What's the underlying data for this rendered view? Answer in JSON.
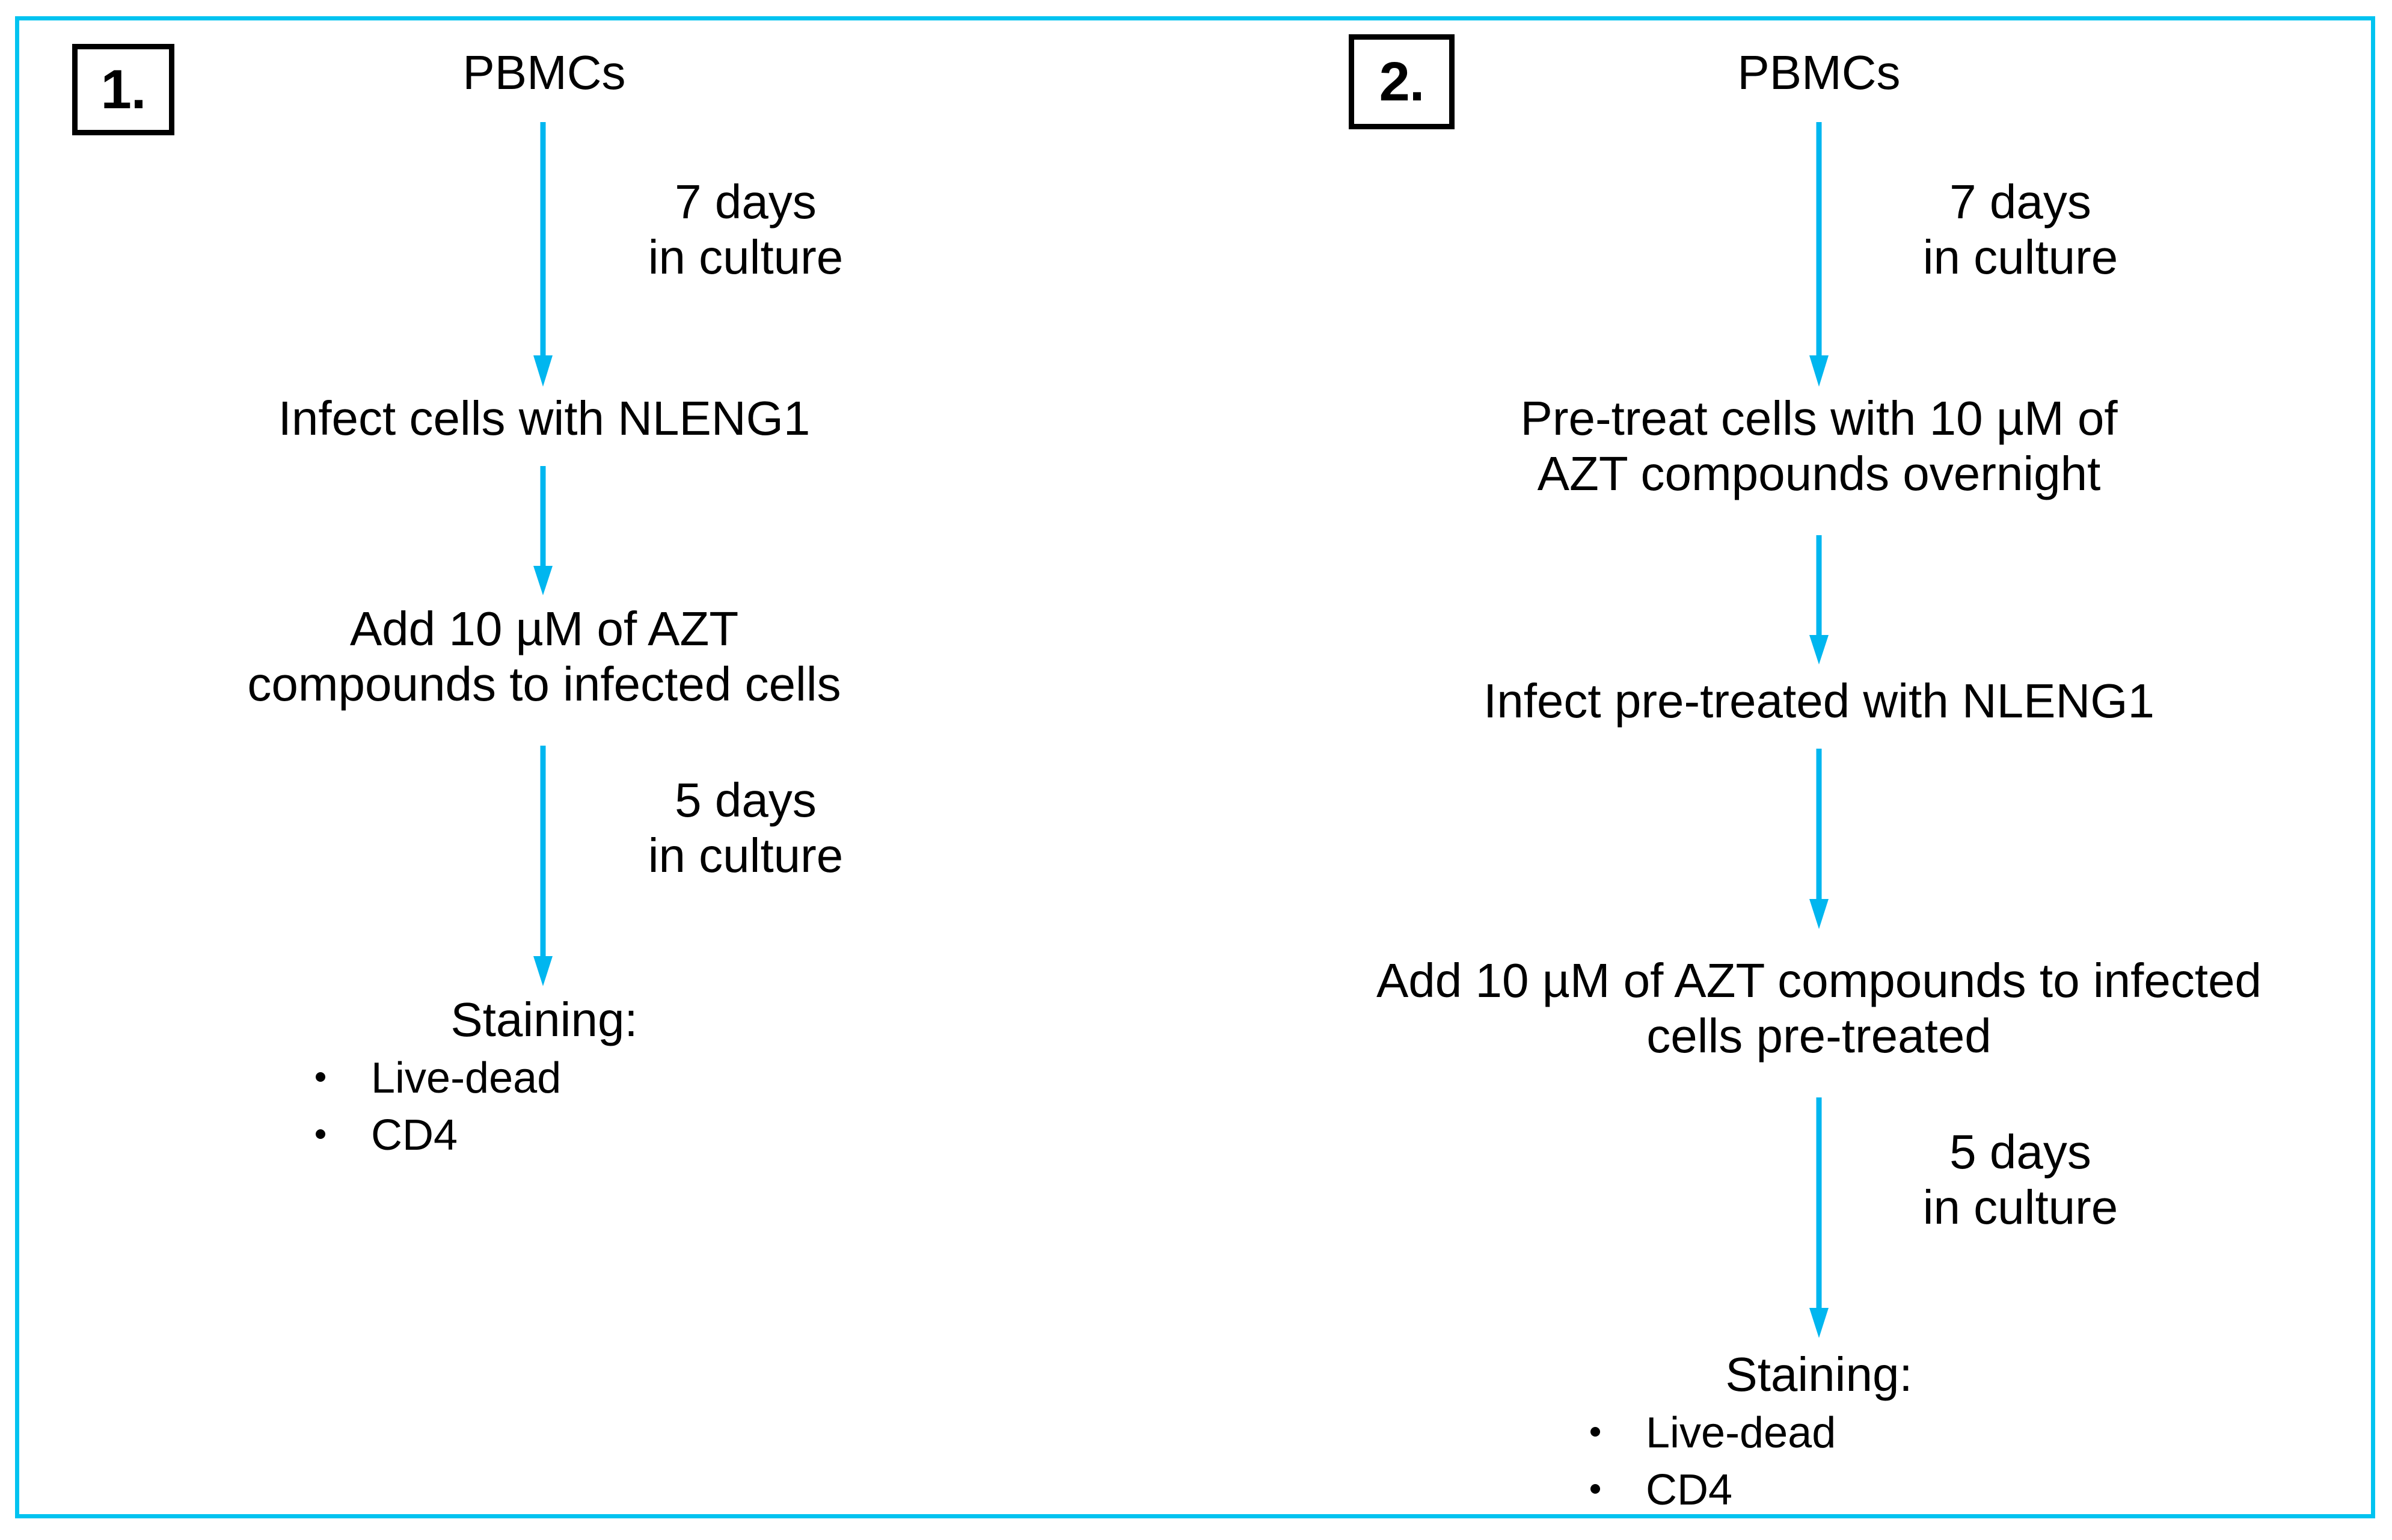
{
  "figure": {
    "border_color": "#00c3f0",
    "arrow_color": "#00b6ef",
    "text_color": "#000000",
    "background": "#ffffff"
  },
  "panels": [
    {
      "tag": "1.",
      "steps": [
        {
          "id": "p1-s1",
          "text": "PBMCs"
        },
        {
          "id": "p1-s2",
          "text": "Infect cells with NLENG1"
        },
        {
          "id": "p1-s3",
          "text": "Add 10 µM of AZT\ncompounds to infected cells"
        }
      ],
      "arrow_labels": [
        {
          "id": "p1-a1",
          "text": "7 days\nin culture"
        },
        {
          "id": "p1-a3",
          "text": "5 days\nin culture"
        }
      ],
      "staining": {
        "title": "Staining:",
        "items": [
          "Live-dead",
          "CD4"
        ]
      }
    },
    {
      "tag": "2.",
      "steps": [
        {
          "id": "p2-s1",
          "text": "PBMCs"
        },
        {
          "id": "p2-s2",
          "text": "Pre-treat cells with 10 µM of\nAZT compounds overnight"
        },
        {
          "id": "p2-s3",
          "text": "Infect pre-treated with NLENG1"
        },
        {
          "id": "p2-s4",
          "text": "Add 10 µM of AZT compounds to infected\ncells pre-treated"
        }
      ],
      "arrow_labels": [
        {
          "id": "p2-a1",
          "text": "7 days\nin culture"
        },
        {
          "id": "p2-a4",
          "text": "5 days\nin culture"
        }
      ],
      "staining": {
        "title": "Staining:",
        "items": [
          "Live-dead",
          "CD4"
        ]
      }
    }
  ]
}
